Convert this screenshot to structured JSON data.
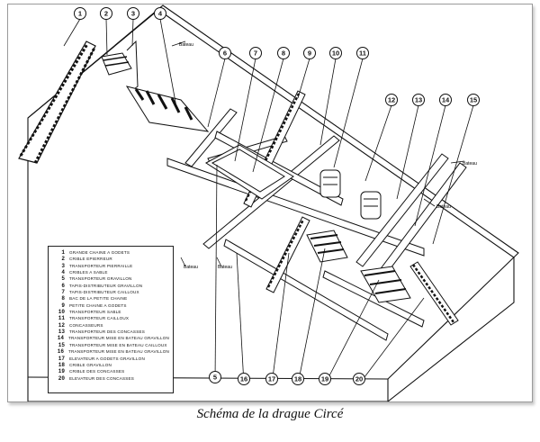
{
  "caption": "Schéma de la drague Circé",
  "legend": [
    {
      "num": "1",
      "text": "Grande chaine a godets"
    },
    {
      "num": "2",
      "text": "Crible epierreur"
    },
    {
      "num": "3",
      "text": "Transporteur pierraille"
    },
    {
      "num": "4",
      "text": "Cribles a sable"
    },
    {
      "num": "5",
      "text": "Transporteur gravillon"
    },
    {
      "num": "6",
      "text": "Tapis-distributeur gravillon"
    },
    {
      "num": "7",
      "text": "Tapis-distributeur cailloux"
    },
    {
      "num": "8",
      "text": "Bac de la petite chaine"
    },
    {
      "num": "9",
      "text": "Petite chaine a godets"
    },
    {
      "num": "10",
      "text": "Transporteur sable"
    },
    {
      "num": "11",
      "text": "Transporteur cailloux"
    },
    {
      "num": "12",
      "text": "Concasseurs"
    },
    {
      "num": "13",
      "text": "Transporteur des concasses"
    },
    {
      "num": "14",
      "text": "Transporteur mise en bateau gravillon"
    },
    {
      "num": "15",
      "text": "Transporteur mise en bateau cailloux"
    },
    {
      "num": "16",
      "text": "Transporteur mise en bateau gravillon"
    },
    {
      "num": "17",
      "text": "Elevateur a godets gravillon"
    },
    {
      "num": "18",
      "text": "Crible gravillon"
    },
    {
      "num": "19",
      "text": "Crible des concasses"
    },
    {
      "num": "20",
      "text": "Elevateur des concasses"
    }
  ],
  "callouts": [
    "1",
    "2",
    "3",
    "4",
    "5",
    "6",
    "7",
    "8",
    "9",
    "10",
    "11",
    "12",
    "13",
    "14",
    "15",
    "16",
    "17",
    "18",
    "19",
    "20"
  ],
  "direction_labels": {
    "bateau": "Bateau"
  }
}
